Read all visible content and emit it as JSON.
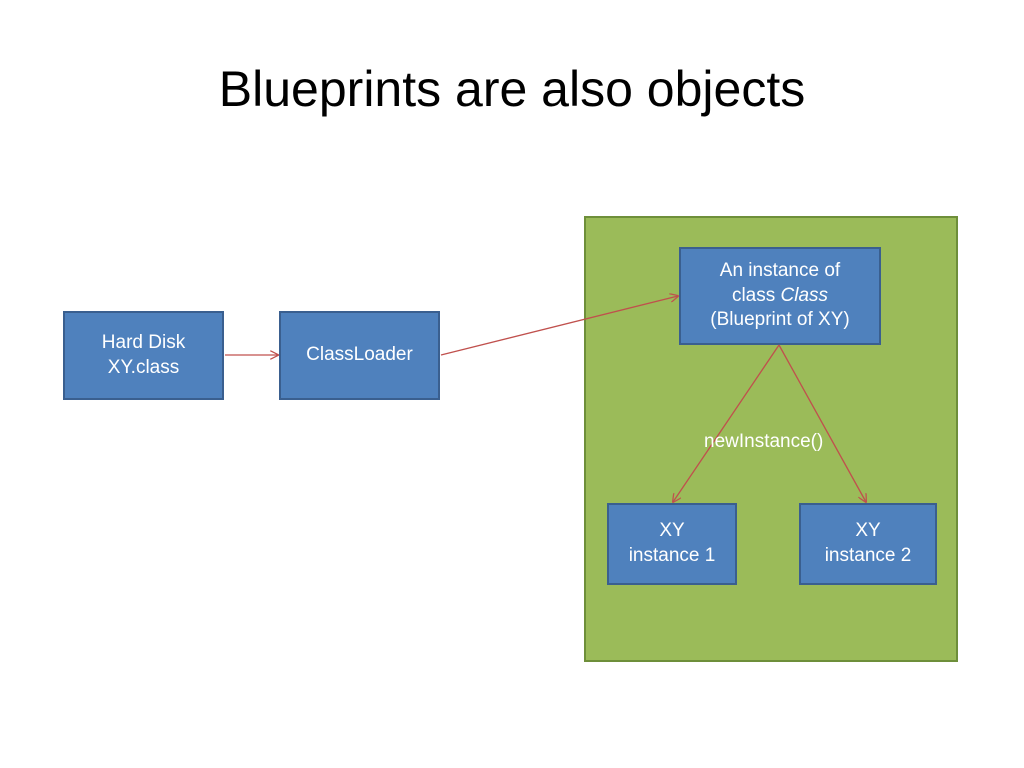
{
  "slide": {
    "title": "Blueprints are also objects"
  },
  "colors": {
    "box_fill": "#4f81bd",
    "box_border": "#3a5f8f",
    "heap_fill": "#9bbb59",
    "arrow": "#c0504d",
    "text_on_box": "#ffffff"
  },
  "nodes": {
    "hard_disk": {
      "line1": "Hard Disk",
      "line2": "XY.class"
    },
    "class_loader": {
      "line1": "ClassLoader"
    },
    "class_instance": {
      "line1": "An instance of",
      "line2_prefix": "class ",
      "line2_italic": "Class",
      "line3": "(Blueprint of XY)"
    },
    "instance_1": {
      "line1": "XY",
      "line2": "instance 1"
    },
    "instance_2": {
      "line1": "XY",
      "line2": "instance 2"
    }
  },
  "edges": {
    "new_instance_label": "newInstance()"
  }
}
